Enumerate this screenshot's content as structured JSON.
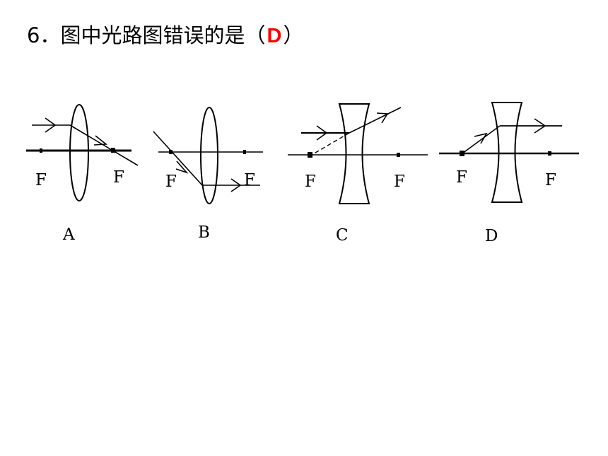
{
  "question": {
    "number": "6．",
    "text": "图中光路图错误的是",
    "paren_open": "（",
    "answer": "D",
    "paren_close": "）"
  },
  "diagrams": [
    {
      "id": "A",
      "caption": "A",
      "lens": "convex",
      "focus_left": "F",
      "focus_right": "F"
    },
    {
      "id": "B",
      "caption": "B",
      "lens": "convex",
      "focus_left": "F",
      "focus_right": "F"
    },
    {
      "id": "C",
      "caption": "C",
      "lens": "concave",
      "focus_left": "F",
      "focus_right": "F"
    },
    {
      "id": "D",
      "caption": "D",
      "lens": "concave",
      "focus_left": "F",
      "focus_right": "F"
    }
  ],
  "colors": {
    "text": "#000000",
    "answer": "#ff0000",
    "lines": "#000000"
  }
}
